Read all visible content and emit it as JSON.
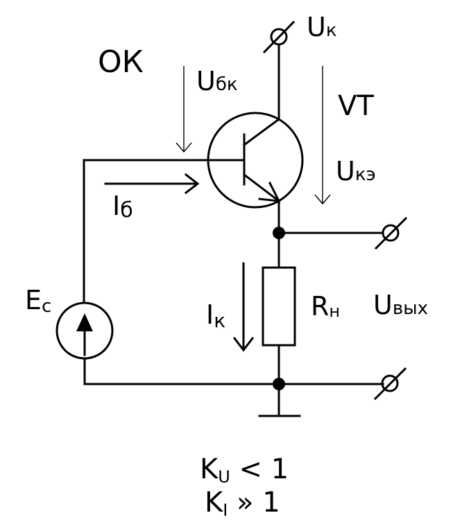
{
  "title": "ОК",
  "transistor": {
    "label": "VT"
  },
  "voltages": {
    "collector": {
      "main": "U",
      "sub": "к"
    },
    "base_collector": {
      "main": "U",
      "sub": "бк"
    },
    "collector_emitter": {
      "main": "U",
      "sub": "кэ"
    },
    "output": {
      "main": "U",
      "sub": "вых"
    }
  },
  "currents": {
    "base": {
      "main": "I",
      "sub": "б"
    },
    "collector": {
      "main": "I",
      "sub": "к"
    }
  },
  "source": {
    "main": "E",
    "sub": "с"
  },
  "load": {
    "main": "R",
    "sub": "н"
  },
  "formulas": {
    "voltage_gain": {
      "main": "K",
      "sub": "U",
      "rest": " < 1"
    },
    "current_gain": {
      "main": "K",
      "sub": "I",
      "rest": " » 1"
    }
  },
  "colors": {
    "stroke": "#000000",
    "background": "#ffffff"
  }
}
